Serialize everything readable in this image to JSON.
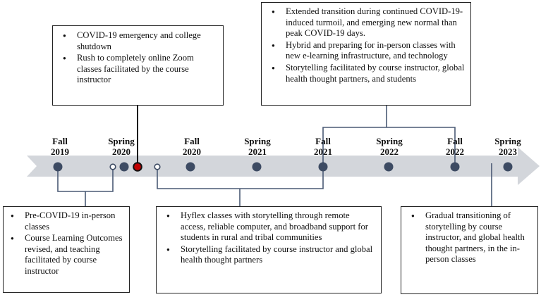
{
  "timeline": {
    "milestones": [
      {
        "term": "Fall",
        "year": "2019"
      },
      {
        "term": "Spring",
        "year": "2020"
      },
      {
        "term": "Fall",
        "year": "2020"
      },
      {
        "term": "Spring",
        "year": "2021"
      },
      {
        "term": "Fall",
        "year": "2021"
      },
      {
        "term": "Spring",
        "year": "2022"
      },
      {
        "term": "Fall",
        "year": "2022"
      },
      {
        "term": "Spring",
        "year": "2023"
      }
    ],
    "arrow_color": "#d3d6db",
    "dot_color": "#3d4b63",
    "highlight_dot_color": "#c00000",
    "connector_color": "#4a5a75"
  },
  "boxes": {
    "shutdown": [
      "COVID-19 emergency and college shutdown",
      "Rush to completely online Zoom classes facilitated by the course instructor"
    ],
    "transition": [
      "Extended transition during continued COVID-19-induced turmoil, and emerging new normal than peak COVID-19 days.",
      "Hybrid and preparing for in-person classes with new e-learning infrastructure, and technology",
      "Storytelling facilitated by course instructor, global health thought partners, and students"
    ],
    "pre_covid": [
      "Pre-COVID-19 in-person classes",
      "Course Learning Outcomes revised, and teaching facilitated by course instructor"
    ],
    "hyflex": [
      "Hyflex classes with storytelling through remote access, reliable computer, and broadband support for students in rural and tribal communities",
      "Storytelling facilitated by course instructor and global health thought partners"
    ],
    "gradual": [
      "Gradual transitioning of storytelling by course instructor, and global health thought partners, in the in-person classes"
    ]
  }
}
